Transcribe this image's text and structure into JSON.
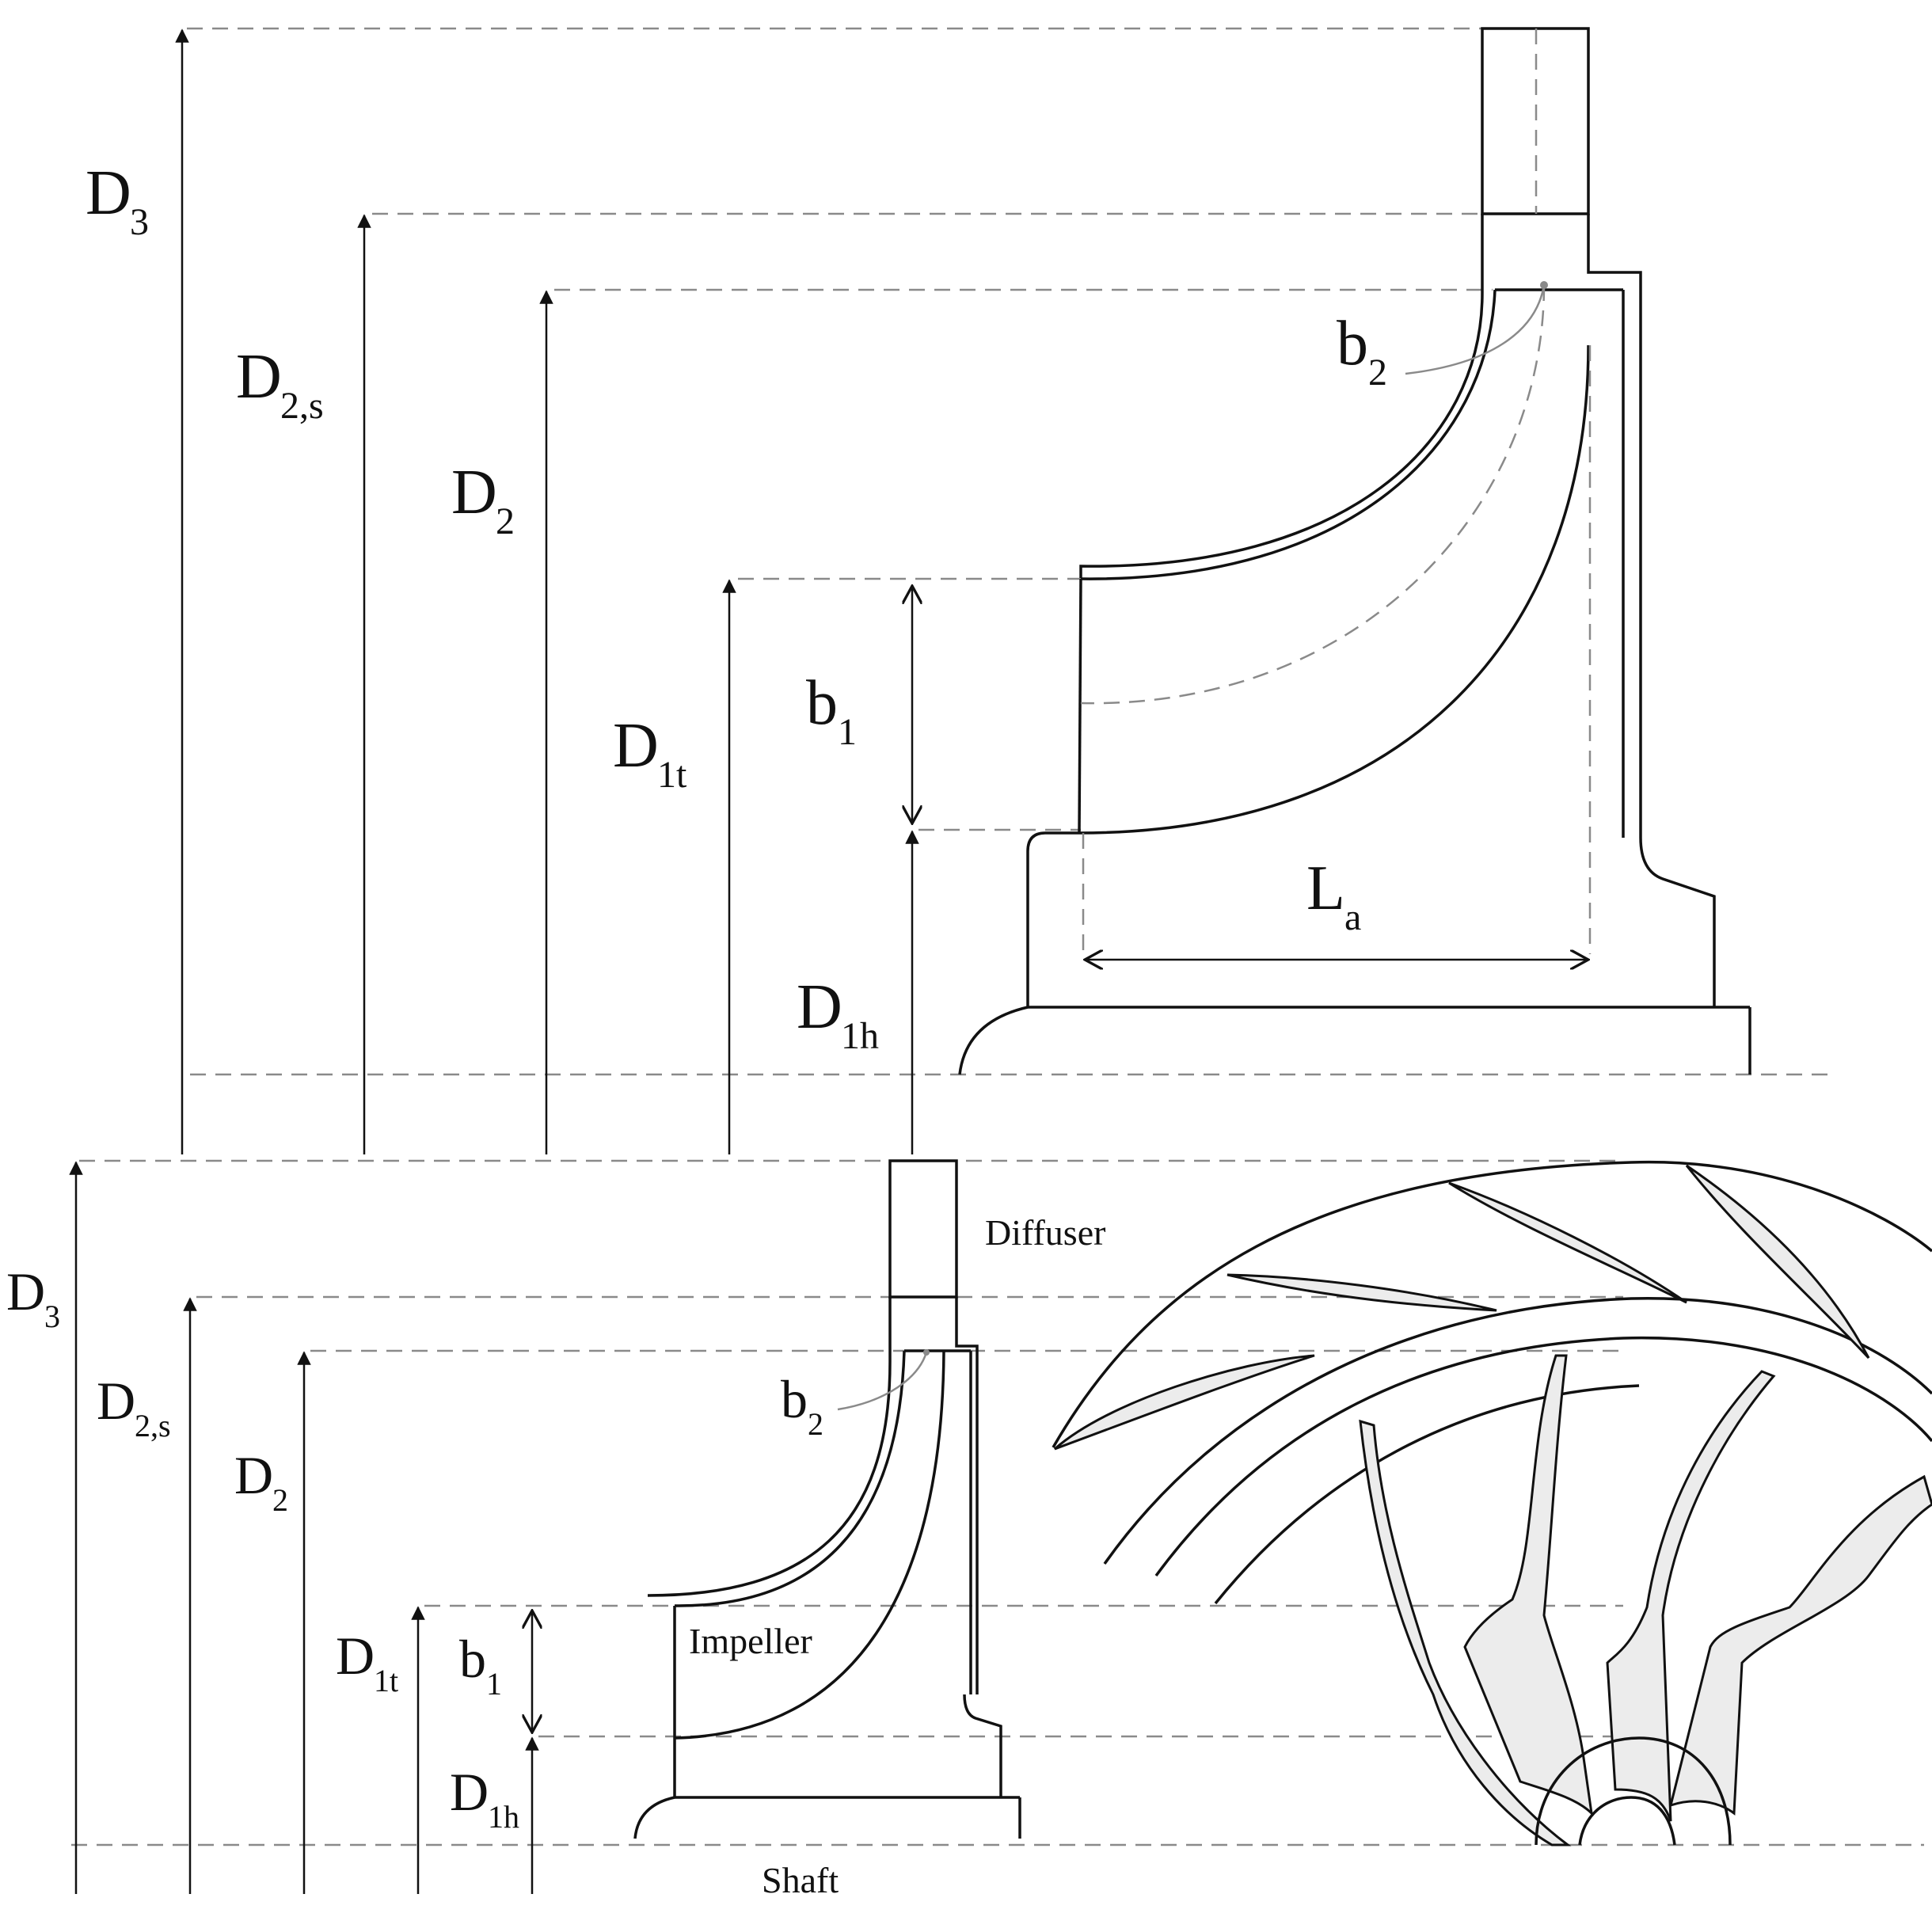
{
  "colors": {
    "line": "#111111",
    "dashed": "#8a8a8a",
    "blade_fill": "#ececec",
    "background": "#ffffff"
  },
  "upper": {
    "d3": {
      "main": "D",
      "sub": "3"
    },
    "d2s": {
      "main": "D",
      "sub": "2,s"
    },
    "d2": {
      "main": "D",
      "sub": "2"
    },
    "d1t": {
      "main": "D",
      "sub": "1t"
    },
    "b1": {
      "main": "b",
      "sub": "1"
    },
    "d1h": {
      "main": "D",
      "sub": "1h"
    },
    "b2": {
      "main": "b",
      "sub": "2"
    },
    "la": {
      "main": "L",
      "sub": "a"
    }
  },
  "lower": {
    "d3": {
      "main": "D",
      "sub": "3"
    },
    "d2s": {
      "main": "D",
      "sub": "2,s"
    },
    "d2": {
      "main": "D",
      "sub": "2"
    },
    "d1t": {
      "main": "D",
      "sub": "1t"
    },
    "b1": {
      "main": "b",
      "sub": "1"
    },
    "d1h": {
      "main": "D",
      "sub": "1h"
    },
    "b2": {
      "main": "b",
      "sub": "2"
    },
    "diffuser": "Diffuser",
    "impeller": "Impeller",
    "shaft": "Shaft"
  }
}
